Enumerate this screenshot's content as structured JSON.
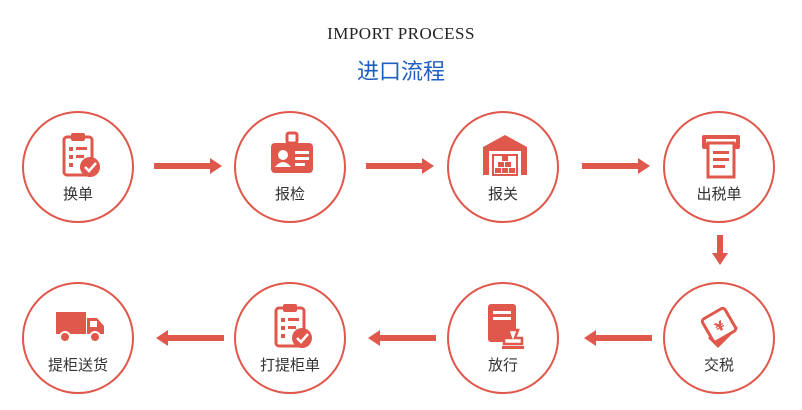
{
  "header": {
    "title_en": "IMPORT PROCESS",
    "title_cn": "进口流程"
  },
  "colors": {
    "accent": "#e0574b",
    "title_blue": "#1f5fbf"
  },
  "steps": [
    {
      "label": "换单",
      "icon": "clipboard-check-icon"
    },
    {
      "label": "报检",
      "icon": "id-badge-icon"
    },
    {
      "label": "报关",
      "icon": "warehouse-icon"
    },
    {
      "label": "出税单",
      "icon": "tax-receipt-icon"
    },
    {
      "label": "交税",
      "icon": "tax-stamp-icon"
    },
    {
      "label": "放行",
      "icon": "approval-stamp-icon"
    },
    {
      "label": "打提柜单",
      "icon": "clipboard-check-icon"
    },
    {
      "label": "提柜送货",
      "icon": "delivery-truck-icon"
    }
  ]
}
